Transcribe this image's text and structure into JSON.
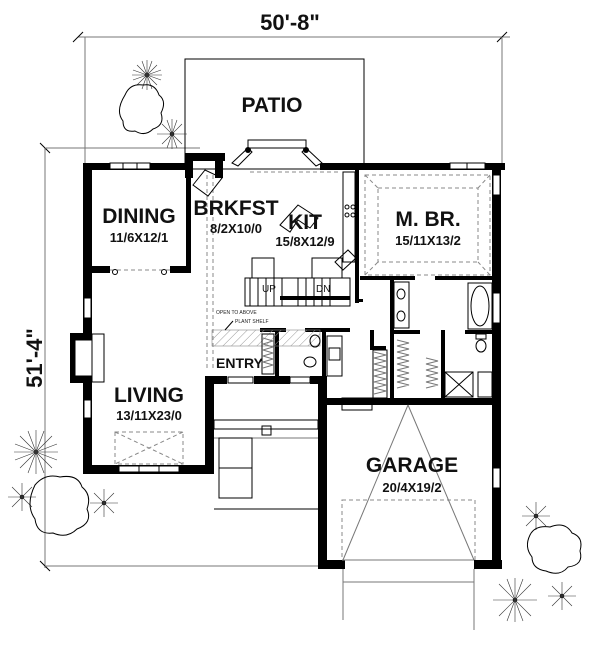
{
  "plan": {
    "overall_width": "50'-8\"",
    "overall_depth": "51'-4\"",
    "rooms": {
      "patio": {
        "name": "PATIO"
      },
      "dining": {
        "name": "DINING",
        "size": "11/6X12/1"
      },
      "breakfast": {
        "name": "BRKFST",
        "size": "8/2X10/0"
      },
      "kitchen": {
        "name": "KIT",
        "size": "15/8X12/9"
      },
      "master_bedroom": {
        "name": "M. BR.",
        "size": "15/11X13/2"
      },
      "living": {
        "name": "LIVING",
        "size": "13/11X23/0"
      },
      "entry": {
        "name": "ENTRY"
      },
      "garage": {
        "name": "GARAGE",
        "size": "20/4X19/2"
      }
    },
    "annotations": {
      "open_to_above": "OPEN TO ABOVE",
      "plant_shelf": "PLANT SHELF",
      "stair_up": "UP",
      "stair_down": "DN"
    }
  }
}
